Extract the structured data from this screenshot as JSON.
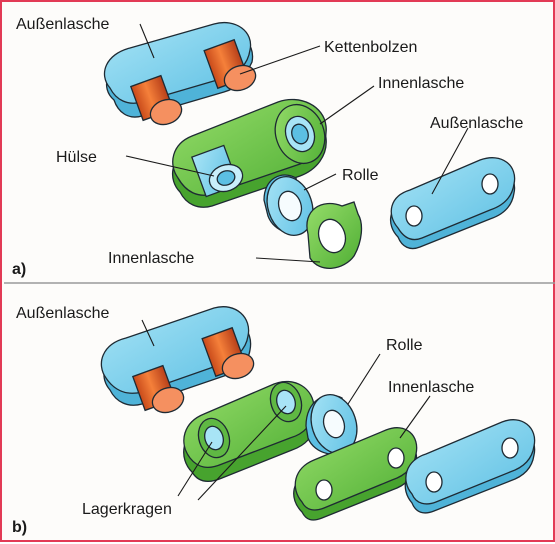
{
  "colors": {
    "outer_plate": "#7fd3ef",
    "inner_plate": "#79cf4f",
    "bolt": "#f06a2a",
    "sleeve": "#8fd8f2",
    "roller": "#8fd8f2",
    "frame": "#e23a55",
    "divider": "#9a9a9a"
  },
  "panel_a": {
    "tag": "a)",
    "labels": {
      "aussenlasche_1": "Außenlasche",
      "kettenbolzen": "Kettenbolzen",
      "innenlasche_1": "Innenlasche",
      "aussenlasche_2": "Außenlasche",
      "huelse": "Hülse",
      "rolle": "Rolle",
      "innenlasche_2": "Innenlasche"
    }
  },
  "panel_b": {
    "tag": "b)",
    "labels": {
      "aussenlasche": "Außenlasche",
      "rolle": "Rolle",
      "innenlasche": "Innenlasche",
      "lagerkragen": "Lagerkragen"
    }
  }
}
